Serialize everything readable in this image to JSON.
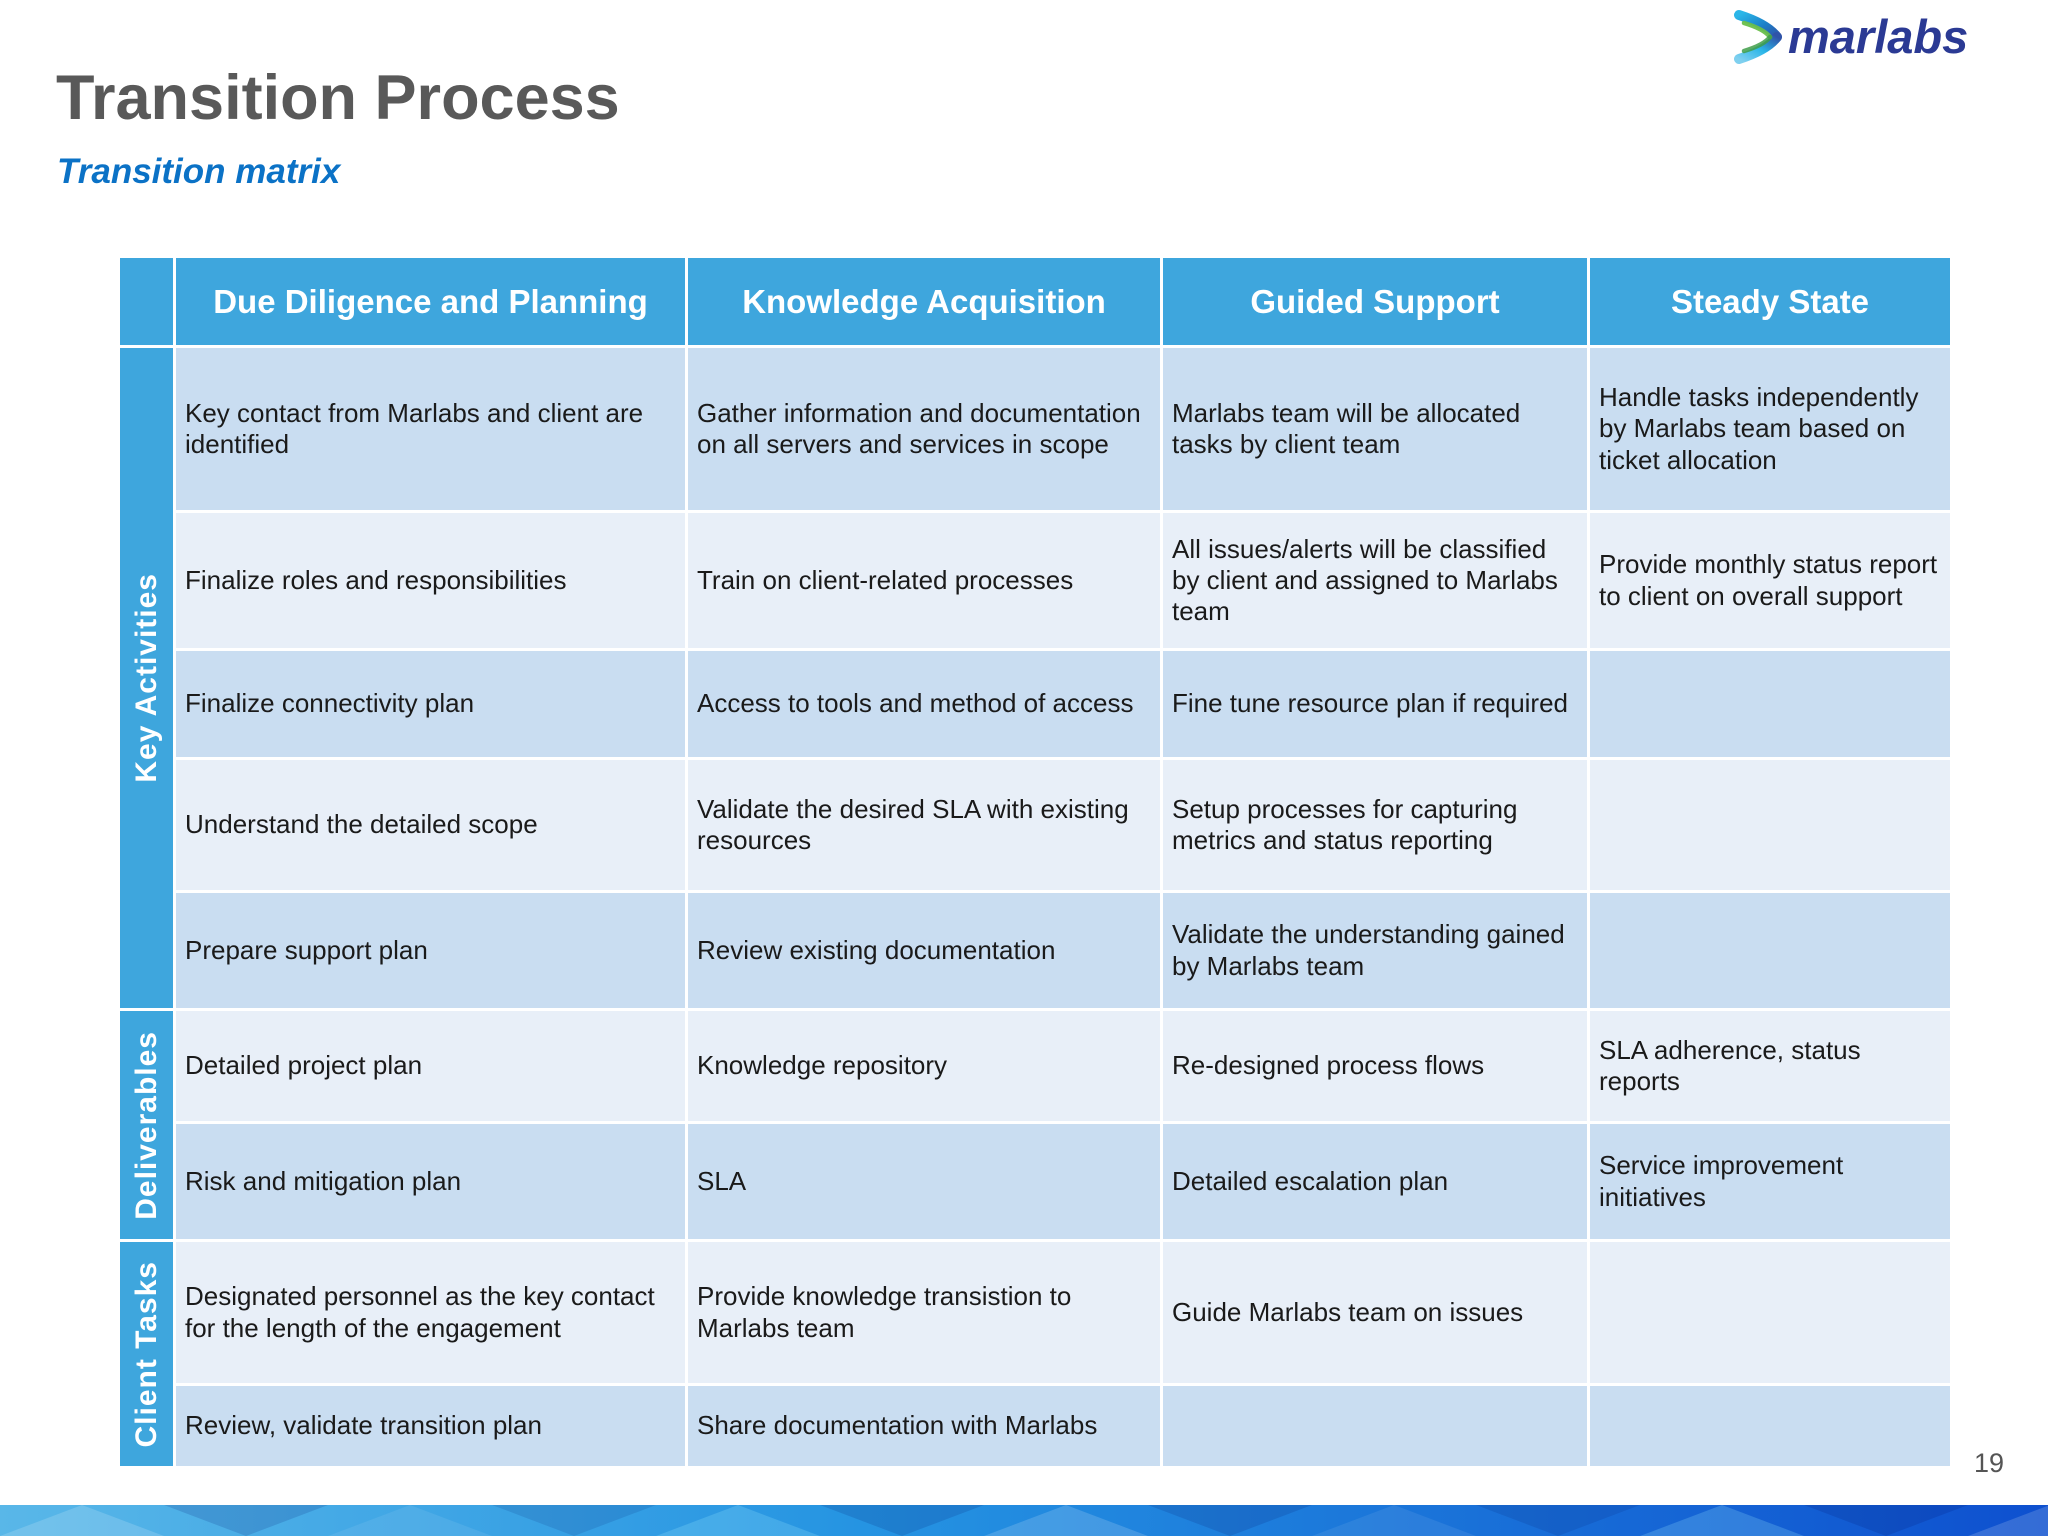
{
  "slide": {
    "title": "Transition Process",
    "subtitle": "Transition matrix",
    "page_number": "19",
    "logo_text": "marlabs"
  },
  "table": {
    "columns": [
      "Due Diligence and Planning",
      "Knowledge Acquisition",
      "Guided Support",
      "Steady State"
    ],
    "groups": [
      {
        "label": "Key Activities",
        "rows": [
          [
            "Key contact from Marlabs and client are identified",
            "Gather information and documentation on all servers and services in scope",
            "Marlabs team will be allocated tasks by client team",
            "Handle tasks independently by Marlabs team based on ticket allocation"
          ],
          [
            "Finalize roles and responsibilities",
            "Train on client-related processes",
            "All issues/alerts will be classified by client and assigned to Marlabs team",
            "Provide monthly status report to client on overall support"
          ],
          [
            "Finalize connectivity plan",
            "Access to  tools and method of access",
            "Fine tune resource plan if required",
            ""
          ],
          [
            "Understand the detailed scope",
            "Validate the desired SLA with existing resources",
            "Setup processes for capturing metrics and status reporting",
            ""
          ],
          [
            "Prepare support plan",
            "Review existing documentation",
            "Validate the understanding gained by Marlabs team",
            ""
          ]
        ]
      },
      {
        "label": "Deliverables",
        "rows": [
          [
            "Detailed project plan",
            "Knowledge repository",
            "Re-designed process flows",
            "SLA adherence, status reports"
          ],
          [
            "Risk and mitigation plan",
            "SLA",
            "Detailed escalation plan",
            "Service improvement initiatives"
          ]
        ]
      },
      {
        "label": "Client Tasks",
        "rows": [
          [
            "Designated personnel as the key contact for the length of the engagement",
            "Provide knowledge transistion to Marlabs team",
            "Guide Marlabs team on issues",
            ""
          ],
          [
            "Review, validate transition plan",
            "Share documentation with Marlabs",
            "",
            ""
          ]
        ]
      }
    ]
  },
  "colors": {
    "header_blue": "#3ea6dd",
    "row_dark": "#c9ddf1",
    "row_light": "#e8eff8",
    "title_gray": "#595959",
    "subtitle_blue": "#0b72c6",
    "logo_navy": "#2b3a94",
    "footer_left_blue": "#59b7e8",
    "footer_right_blue": "#0e50cf"
  }
}
